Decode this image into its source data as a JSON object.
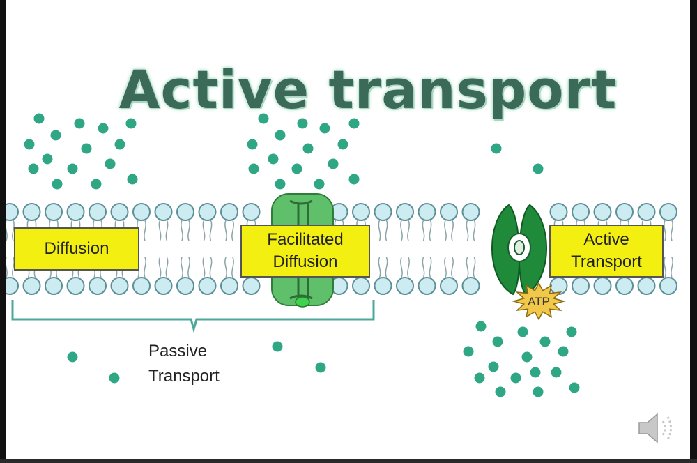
{
  "title": "Active transport",
  "labels": {
    "diffusion": "Diffusion",
    "facilitated_line1": "Facilitated",
    "facilitated_line2": "Diffusion",
    "active_line1": "Active",
    "active_line2": "Transport",
    "passive_line1": "Passive",
    "passive_line2": "Transport",
    "atp": "ATP"
  },
  "icons": {
    "speaker": "speaker-icon"
  },
  "colors": {
    "title": "#3b6a58",
    "molecule": "#2fa785",
    "phospholipid_head": "#cdecf1",
    "channel_protein": "#5fbf6a",
    "pump_protein": "#1f8a3a",
    "label_box": "#f3f011",
    "atp_star": "#f2c84a",
    "bracket": "#4ea89a"
  }
}
